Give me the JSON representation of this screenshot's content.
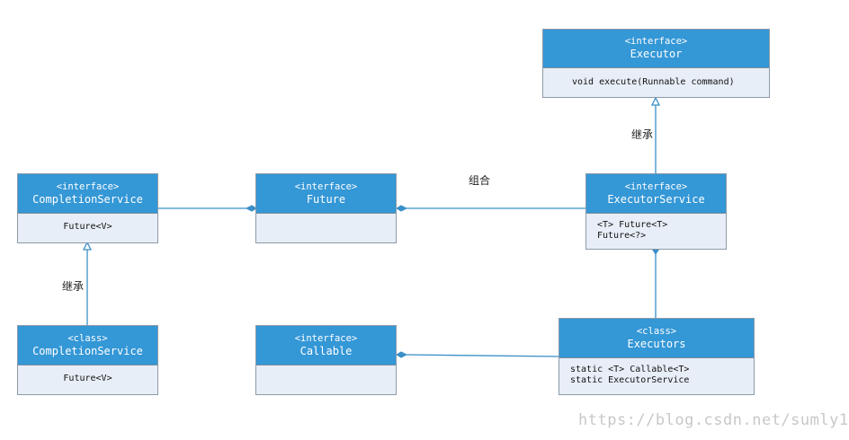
{
  "boxes": {
    "executor": {
      "stereotype": "<interface>",
      "name": "Executor",
      "members": [
        "void execute(Runnable command)"
      ]
    },
    "executor_service": {
      "stereotype": "<interface>",
      "name": "ExecutorService",
      "members": [
        "<T> Future<T>",
        "Future<?>"
      ]
    },
    "future": {
      "stereotype": "<interface>",
      "name": "Future",
      "members": []
    },
    "completion_service_interface": {
      "stereotype": "<interface>",
      "name": "CompletionService",
      "members": [
        "Future<V>"
      ]
    },
    "completion_service_class": {
      "stereotype": "<class>",
      "name": "CompletionService",
      "members": [
        "Future<V>"
      ]
    },
    "callable": {
      "stereotype": "<interface>",
      "name": "Callable",
      "members": []
    },
    "executors": {
      "stereotype": "<class>",
      "name": "Executors",
      "members": [
        "static <T> Callable<T>",
        "static ExecutorService"
      ]
    }
  },
  "labels": {
    "inherit_top": "继承",
    "compose": "组合",
    "inherit_left": "继承"
  },
  "watermark": "https://blog.csdn.net/sumly1",
  "colors": {
    "header": "#3497d6",
    "body": "#e8eef7",
    "edge": "#3a8fc8"
  }
}
